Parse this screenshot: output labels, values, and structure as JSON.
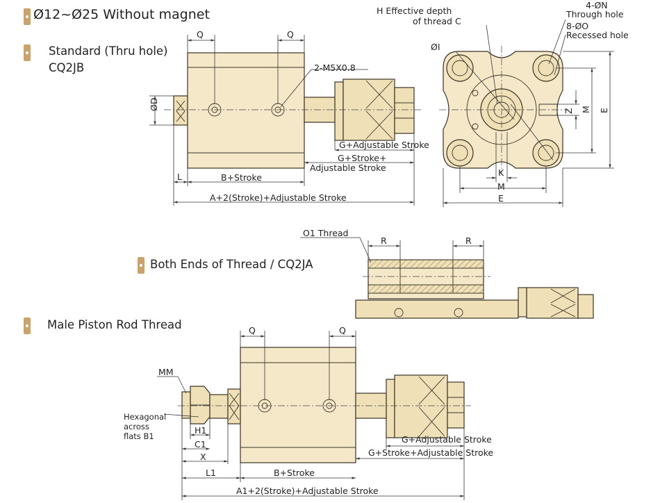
{
  "headings": {
    "main": "Ø12~Ø25 Without magnet",
    "standard_line1": "Standard (Thru hole)",
    "standard_line2": "CQ2JB",
    "both_ends": "Both Ends of Thread / CQ2JA",
    "male_rod": "Male Piston Rod Thread"
  },
  "accent_color": "#c9a36a",
  "top_side_view": {
    "q_left": "Q",
    "q_right": "Q",
    "port": "2-M5X0.8",
    "od": "ØD",
    "l": "L",
    "b_stroke": "B+Stroke",
    "a_total": "A+2(Stroke)+Adjustable Stroke",
    "g_adjust": "G+Adjustable Stroke",
    "g_stroke_line1": "G+Stroke+",
    "g_stroke_line2": "Adjustable Stroke"
  },
  "end_view": {
    "h_depth_line1": "H Effective depth",
    "h_depth_line2": "of thread C",
    "n_line1": "4-ØN",
    "n_line2": "Through hole",
    "o_line1": "8-ØO",
    "o_line2": "Recessed hole",
    "oi": "ØI",
    "z": "Z",
    "m_right": "M",
    "e_right": "E",
    "k": "K",
    "m_bottom": "M",
    "e_bottom": "E"
  },
  "thread_view": {
    "o1": "O1 Thread",
    "r_left": "R",
    "r_right": "R"
  },
  "male_view": {
    "q_left": "Q",
    "q_right": "Q",
    "mm": "MM",
    "hex_line1": "Hexagonal",
    "hex_line2": "across",
    "hex_line3": "flats B1",
    "h1": "H1",
    "c1": "C1",
    "x": "X",
    "l1": "L1",
    "b_stroke": "B+Stroke",
    "g_adjust": "G+Adjustable Stroke",
    "g_stroke": "G+Stroke+Adjustable Stroke",
    "a1_total": "A1+2(Stroke)+Adjustable Stroke"
  }
}
